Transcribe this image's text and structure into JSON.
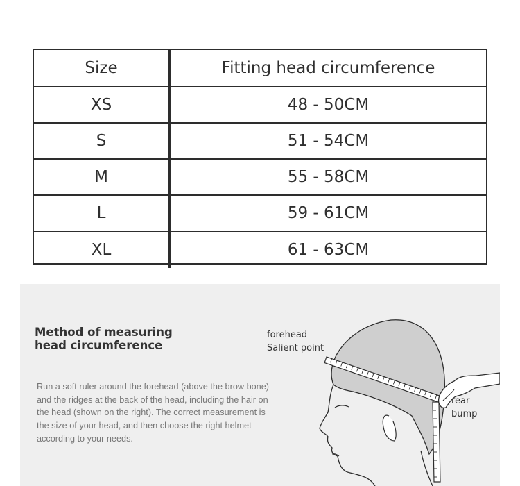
{
  "size_table": {
    "header": {
      "size": "Size",
      "circumference": "Fitting head circumference"
    },
    "rows": [
      {
        "size": "XS",
        "range": "48 - 50CM"
      },
      {
        "size": "S",
        "range": "51 - 54CM"
      },
      {
        "size": "M",
        "range": "55 - 58CM"
      },
      {
        "size": "L",
        "range": "59 - 61CM"
      },
      {
        "size": "XL",
        "range": "61 - 63CM"
      }
    ]
  },
  "guide": {
    "title_line1": "Method of measuring",
    "title_line2": "head circumference",
    "description_lines": [
      "Run a soft ruler around the forehead (above the brow bone)",
      "and the ridges at the back of the head, including the hair on",
      "the head (shown on the right). The correct measurement is",
      "the size of your head, and then choose the right helmet",
      "according to your needs."
    ],
    "annotations": {
      "forehead": "forehead",
      "salient_point": "Salient point",
      "rear": "rear",
      "bump": "bump"
    }
  },
  "colors": {
    "table_border": "#2d2d2d",
    "panel_background": "#efefef",
    "body_text": "#777777"
  }
}
